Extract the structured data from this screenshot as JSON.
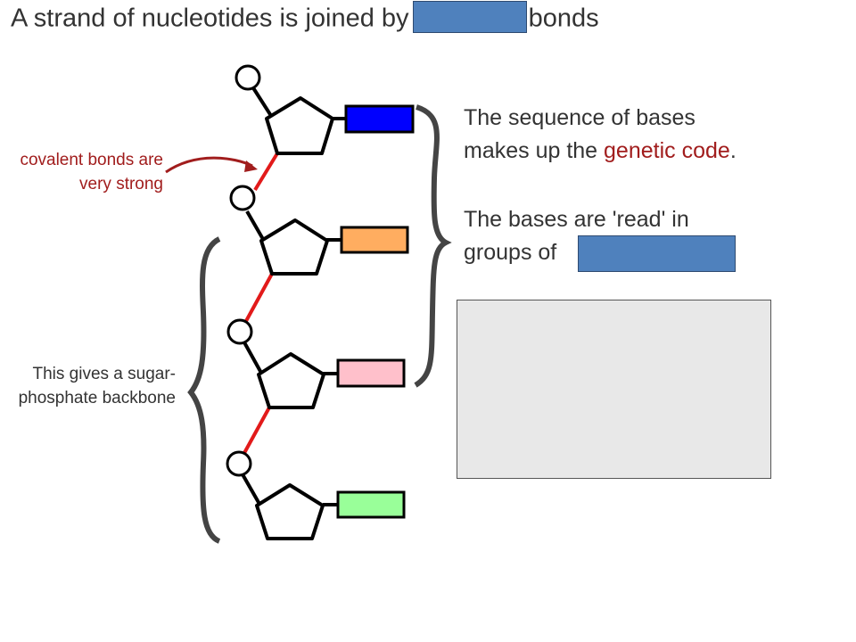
{
  "title": {
    "before": "A strand of nucleotides is joined by",
    "after": "bonds"
  },
  "annotations": {
    "covalent_line1": "covalent bonds are",
    "covalent_line2": "very strong",
    "backbone_line1": "This gives a sugar-",
    "backbone_line2": "phosphate backbone"
  },
  "side_text": {
    "sequence_line1": "The sequence of bases",
    "sequence_line2_prefix": "makes up the ",
    "sequence_line2_highlight": "genetic code",
    "sequence_line2_suffix": ".",
    "read_line1": "The bases are 'read' in",
    "read_line2": "groups of"
  },
  "colors": {
    "bond": "#e21a1a",
    "annotation_red": "#a11d1d",
    "cover_blue": "#4f81bd",
    "base_1": "#0000ff",
    "base_2": "#ffad60",
    "base_3": "#ffc0cb",
    "base_4": "#99ff99",
    "answer_box": "#e8e8e8"
  }
}
